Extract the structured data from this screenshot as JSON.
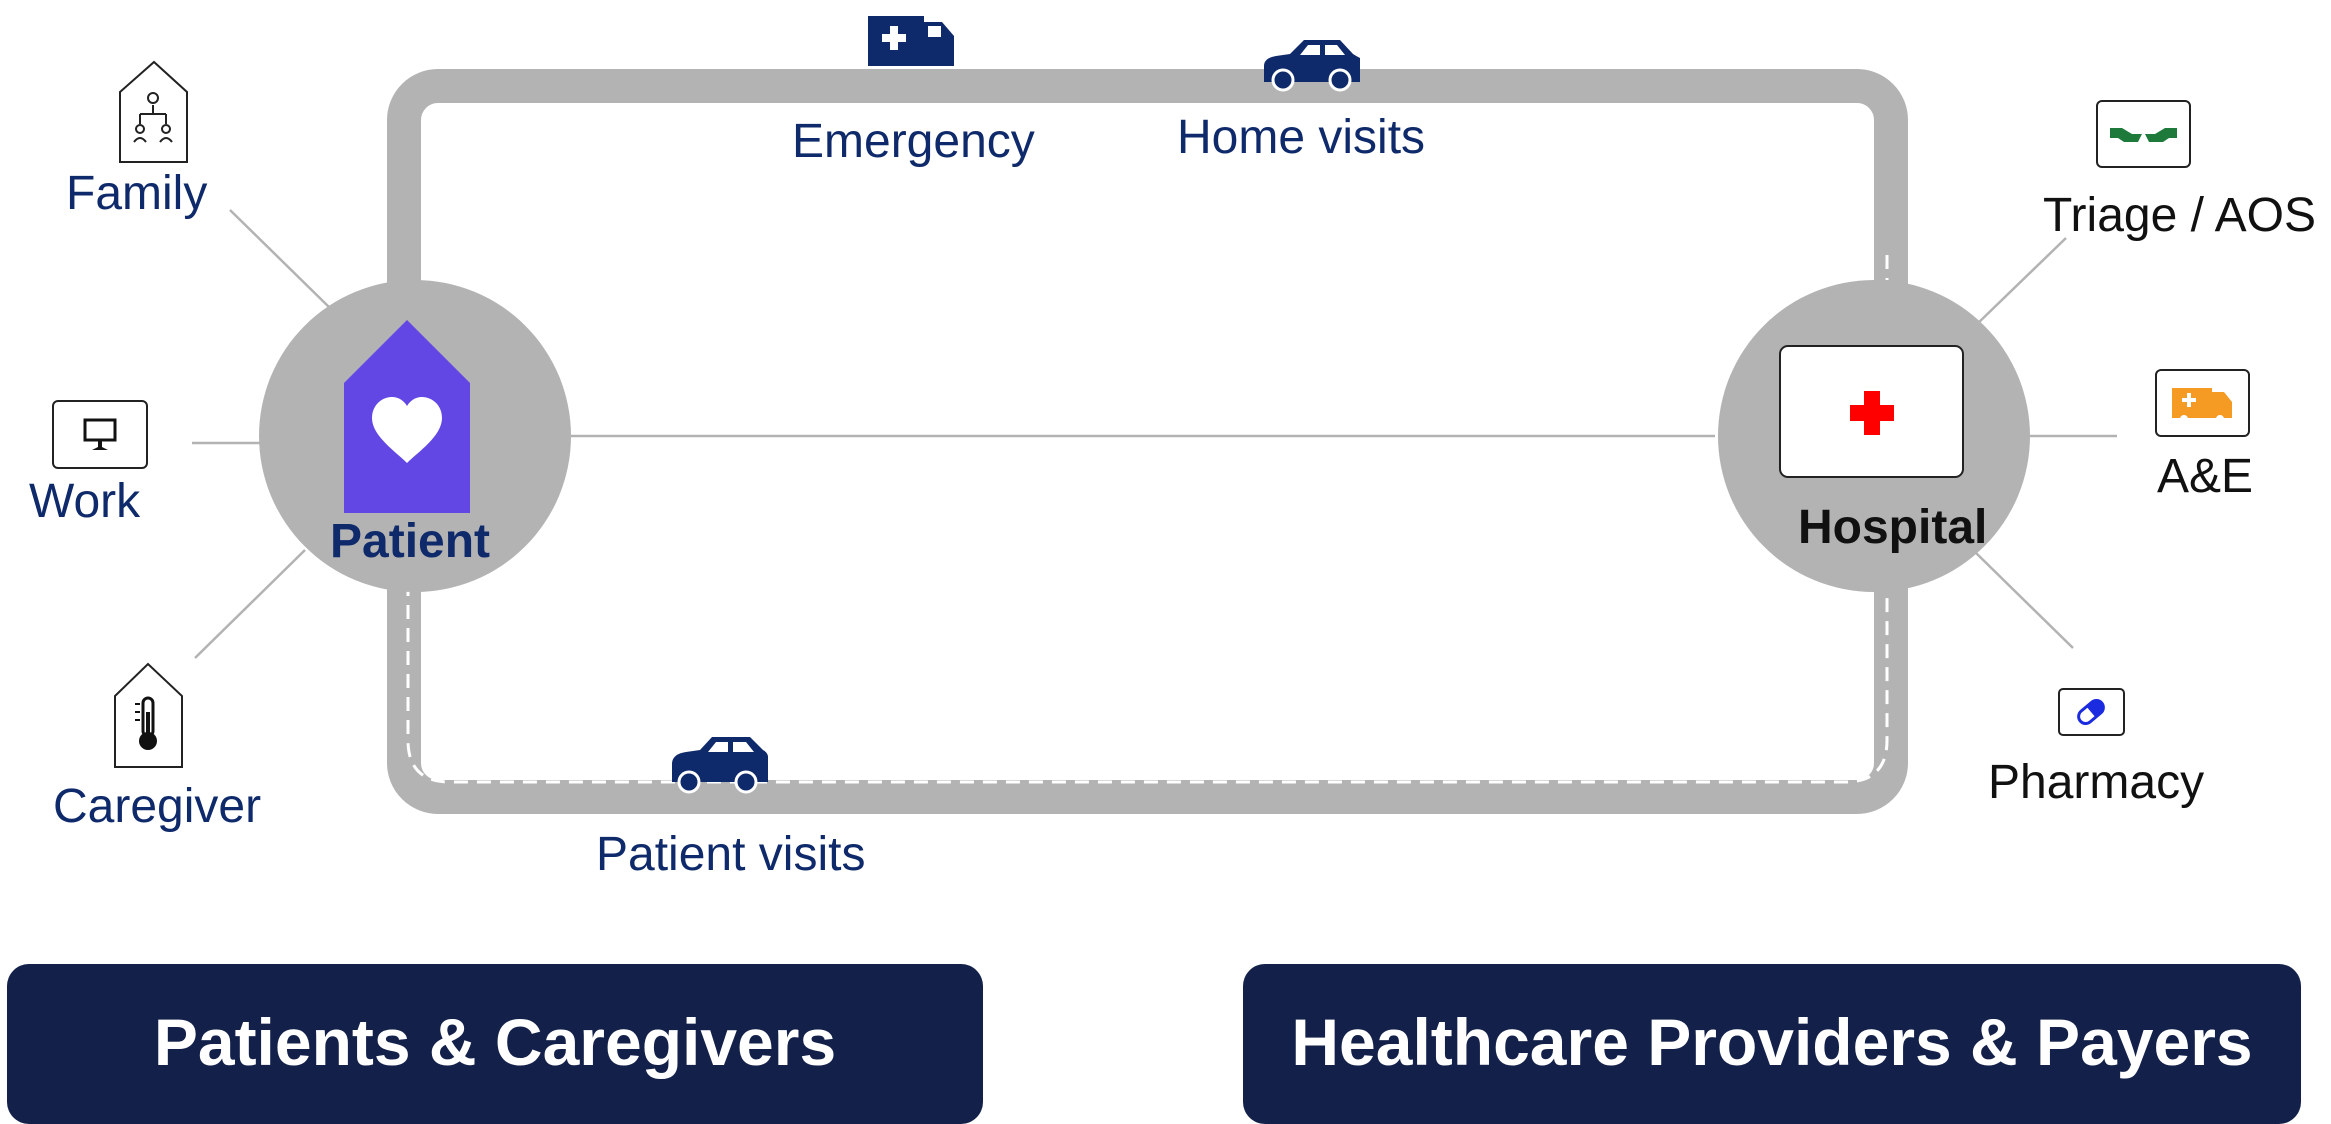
{
  "patient_hub": {
    "label": "Patient",
    "icon": "house-heart-icon",
    "color": "#6347e5"
  },
  "hospital_hub": {
    "label": "Hospital",
    "icon": "hospital-cross-icon",
    "cross_color": "#ff0000"
  },
  "routes": {
    "emergency": {
      "label": "Emergency",
      "icon": "ambulance-icon"
    },
    "home_visits": {
      "label": "Home visits",
      "icon": "car-icon"
    },
    "patient_visits": {
      "label": "Patient visits",
      "icon": "car-icon"
    }
  },
  "patient_context": [
    {
      "label": "Family",
      "icon": "family-tree-icon"
    },
    {
      "label": "Work",
      "icon": "monitor-icon"
    },
    {
      "label": "Caregiver",
      "icon": "thermometer-icon"
    }
  ],
  "hospital_services": [
    {
      "label": "Triage / AOS",
      "icon": "handshake-icon",
      "color": "#1e7a3a"
    },
    {
      "label": "A&E",
      "icon": "ambulance-icon",
      "color": "#f59a23"
    },
    {
      "label": "Pharmacy",
      "icon": "pill-icon",
      "color": "#1a2be0"
    }
  ],
  "panels": {
    "left": "Patients & Caregivers",
    "right": "Healthcare Providers & Payers"
  },
  "colors": {
    "road": "#b3b3b3",
    "navy": "#0f2a6b",
    "panel": "#13204a"
  }
}
